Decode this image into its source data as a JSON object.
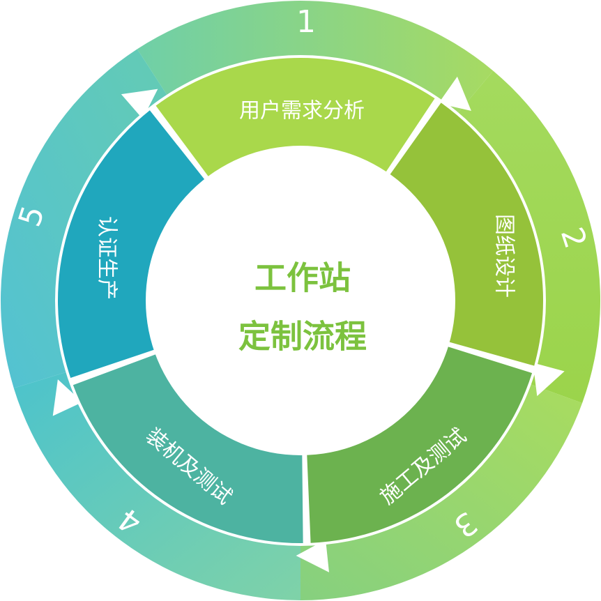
{
  "center": {
    "line1": "工作站",
    "line2": "定制流程"
  },
  "steps": [
    {
      "number": "1",
      "label": "用户需求分析"
    },
    {
      "number": "2",
      "label": "图纸设计"
    },
    {
      "number": "3",
      "label": "施工及测试"
    },
    {
      "number": "4",
      "label": "装机及测试"
    },
    {
      "number": "5",
      "label": "认证生产"
    }
  ],
  "colors": {
    "center_text": "#7cc23e",
    "seg_1": "#a9d84b",
    "seg_2": "#95c23a",
    "seg_3": "#6cb24f",
    "seg_4": "#4db3a1",
    "seg_5": "#20a7bd",
    "ring_1": "#8ed680",
    "ring_2": "#9ad85a",
    "ring_3": "#a2d85c",
    "ring_4": "#6acfb3",
    "ring_5": "#5ec4c8"
  }
}
